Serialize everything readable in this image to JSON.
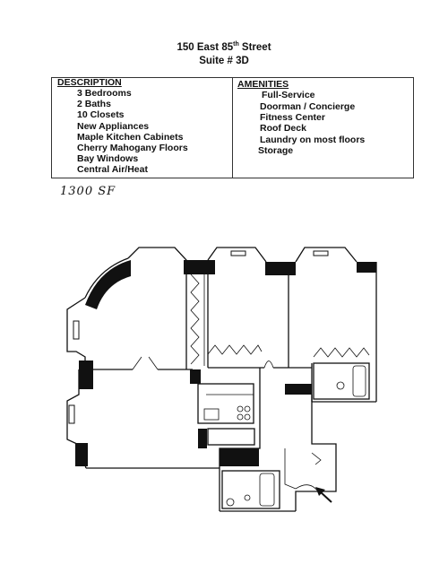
{
  "header": {
    "address_main": "150 East 85",
    "address_sup": "th",
    "address_tail": " Street",
    "suite": "Suite # 3D"
  },
  "description": {
    "title": "DESCRIPTION",
    "items": [
      "3 Bedrooms",
      "2 Baths",
      "10 Closets",
      "New Appliances",
      "Maple Kitchen Cabinets",
      "Cherry Mahogany Floors",
      "Bay Windows",
      "Central Air/Heat"
    ]
  },
  "amenities": {
    "title": "AMENITIES",
    "items": [
      "Full-Service",
      "Doorman / Concierge",
      "Fitness Center",
      "Roof Deck",
      "Laundry on most floors",
      "Storage"
    ]
  },
  "handwritten_note": "1300 SF"
}
